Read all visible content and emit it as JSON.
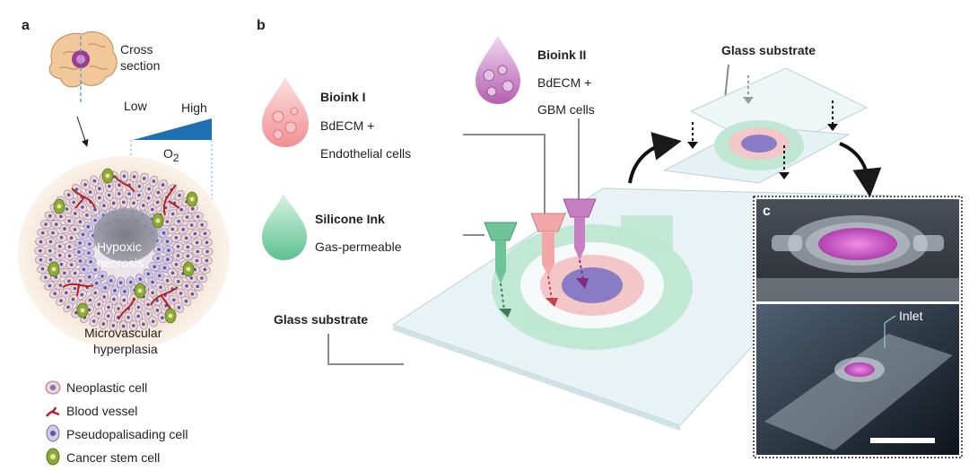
{
  "panel_a": {
    "label": "a",
    "cross_section": [
      "Cross",
      "section"
    ],
    "gradient_low": "Low",
    "gradient_high": "High",
    "gradient_param": "O",
    "gradient_param_sub": "2",
    "core_label": [
      "Hypoxic",
      "necrosis"
    ],
    "rim_label": [
      "Microvascular",
      "hyperplasia"
    ],
    "legend": [
      {
        "icon": "neoplastic-cell-icon",
        "label": "Neoplastic cell"
      },
      {
        "icon": "blood-vessel-icon",
        "label": "Blood vessel"
      },
      {
        "icon": "pseudopalisading-cell-icon",
        "label": "Pseudopalisading cell"
      },
      {
        "icon": "cancer-stem-cell-icon",
        "label": "Cancer stem cell"
      }
    ]
  },
  "panel_b": {
    "label": "b",
    "bioink1": {
      "title": "Bioink I",
      "line1": "BdECM +",
      "line2": "Endothelial cells",
      "color": "#f4a7a9"
    },
    "bioink2": {
      "title": "Bioink II",
      "line1": "BdECM +",
      "line2": "GBM cells",
      "color": "#c77fc4"
    },
    "silicone": {
      "title": "Silicone Ink",
      "line1": "Gas-permeable",
      "color": "#7fd0a8"
    },
    "glass_substrate_bottom": "Glass substrate",
    "glass_substrate_top": "Glass substrate"
  },
  "panel_c": {
    "label": "c",
    "inlet_label": "Inlet"
  },
  "colors": {
    "gradient": "#1f6fb4",
    "vessel": "#b3202a",
    "stem_cell": "#7a9a2a",
    "chip_green": "#9fdcbf",
    "glass": "#e6f2f4"
  }
}
